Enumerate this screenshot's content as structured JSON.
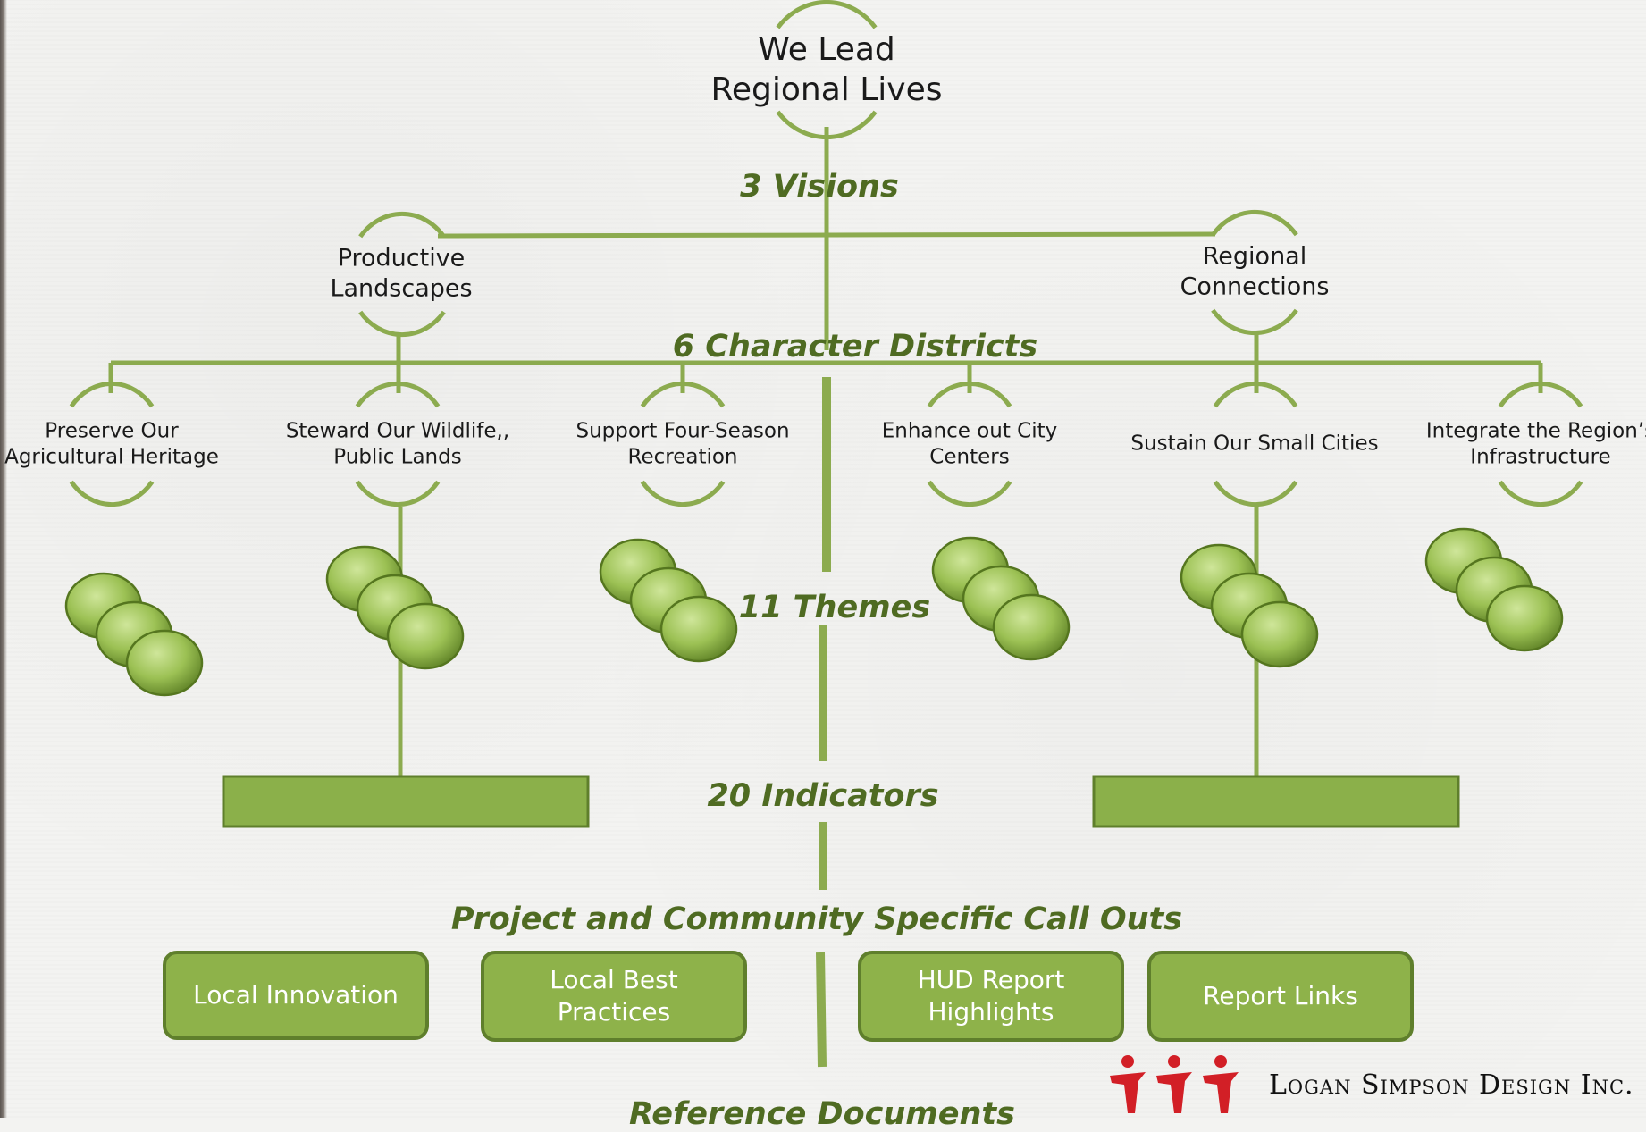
{
  "top_node": {
    "lines": [
      "We Lead",
      "Regional Lives"
    ]
  },
  "visions": [
    {
      "lines": [
        "Productive",
        "Landscapes"
      ]
    },
    {
      "lines": [
        "Regional",
        "Connections"
      ]
    }
  ],
  "districts": [
    {
      "lines": [
        "Preserve Our",
        "Agricultural Heritage"
      ],
      "theme_count": 3
    },
    {
      "lines": [
        "Steward Our Wildlife,,",
        "Public Lands"
      ],
      "theme_count": 3
    },
    {
      "lines": [
        "Support Four-Season",
        "Recreation"
      ],
      "theme_count": 3
    },
    {
      "lines": [
        "Enhance out City",
        "Centers"
      ],
      "theme_count": 3
    },
    {
      "lines": [
        "Sustain Our Small Cities"
      ],
      "theme_count": 3
    },
    {
      "lines": [
        "Integrate the Region’s",
        "Infrastructure"
      ],
      "theme_count": 3
    }
  ],
  "levels": {
    "visions": "3 Visions",
    "districts": "6 Character Districts",
    "themes": "11 Themes",
    "indicators": "20 Indicators",
    "callouts": "Project and Community Specific Call Outs",
    "references": "Reference Documents"
  },
  "callouts": [
    {
      "lines": [
        "Local Innovation"
      ]
    },
    {
      "lines": [
        "Local Best",
        "Practices"
      ]
    },
    {
      "lines": [
        "HUD Report",
        "Highlights"
      ]
    },
    {
      "lines": [
        "Report Links"
      ]
    }
  ],
  "logo": {
    "text": "Logan Simpson Design Inc.",
    "icon": "three-figures-logo-icon"
  },
  "colors": {
    "line": "#8cab4f",
    "indicator_fill": "#8bb04a",
    "button_fill": "#8eb24a",
    "level_text": "#4f6b22",
    "logo_red": "#d21f26"
  }
}
